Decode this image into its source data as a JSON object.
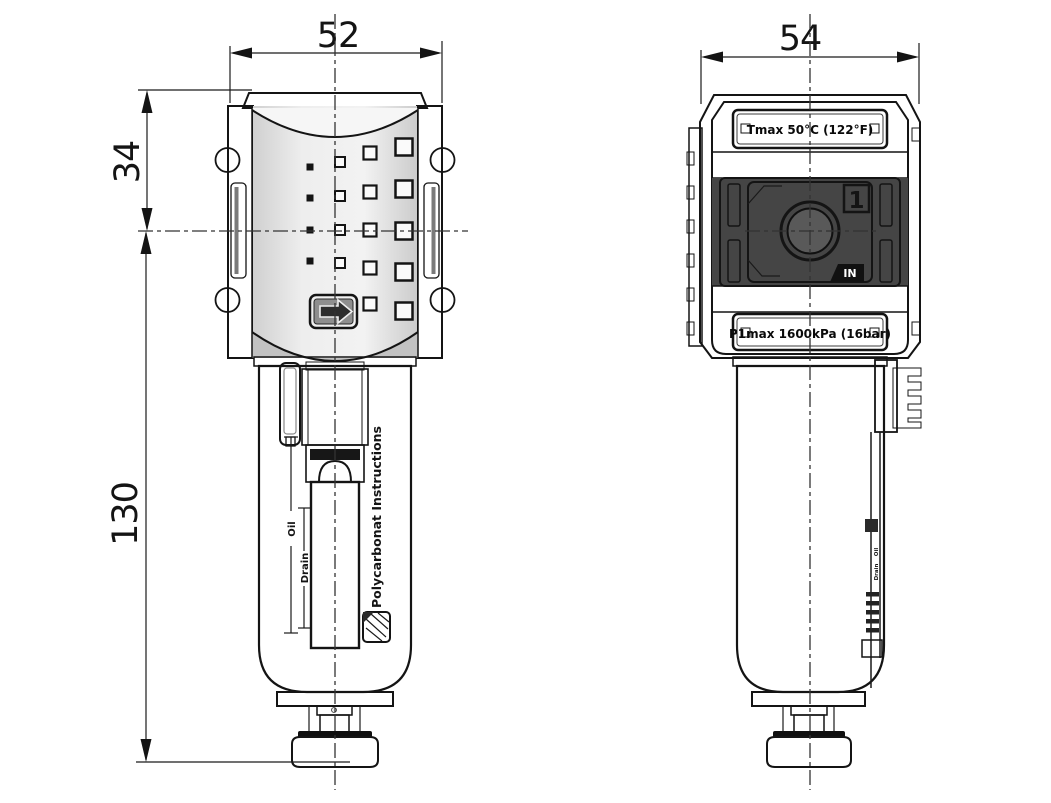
{
  "drawing": {
    "front_view": {
      "dim_width": "52",
      "dim_head_height": "34",
      "dim_bowl_height": "130",
      "bowl_marking": "Polycarbonat Instructions",
      "oil_mark": "Oil",
      "drain_mark": "Drain"
    },
    "side_view": {
      "dim_width": "54",
      "temp_rating": "Tmax 50°C (122°F)",
      "pressure_rating": "P1max 1600kPa (16bar)",
      "port_number": "1",
      "port_direction": "IN",
      "oil_mark": "Oil",
      "drain_mark": "Drain"
    }
  },
  "colors": {
    "background": "#ffffff",
    "line": "#1a1a1a",
    "body_light": "#e9e9e9",
    "block_dark": "#4d4d4d",
    "label_band": "#6b6b6b",
    "knob_black": "#0e0e0e"
  }
}
